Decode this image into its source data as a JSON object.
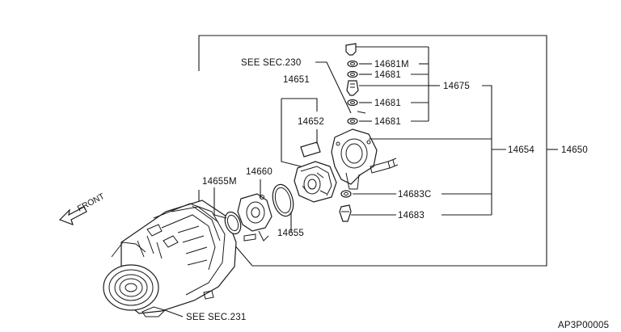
{
  "callouts": {
    "see_sec_230": "SEE SEC.230",
    "see_sec_231": "SEE SEC.231",
    "p14651": "14651",
    "p14652": "14652",
    "p14655m": "14655M",
    "p14660": "14660",
    "p14655": "14655",
    "p14681m": "14681M",
    "p14681_a": "14681",
    "p14681_b": "14681",
    "p14681_c": "14681",
    "p14675": "14675",
    "p14654": "14654",
    "p14650": "14650",
    "p14683c": "14683C",
    "p14683": "14683"
  },
  "front_label": "FRONT",
  "diagram_code": "AP3P00005",
  "colors": {
    "line": "#1a1a1a",
    "background": "#ffffff"
  }
}
